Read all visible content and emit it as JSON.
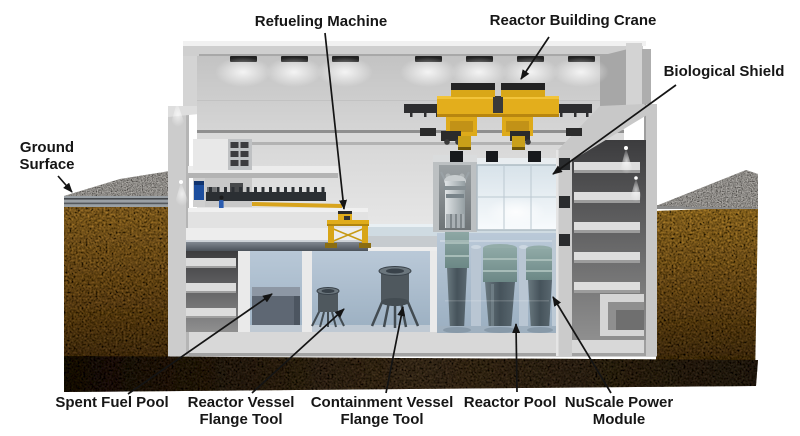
{
  "figure": {
    "labels": {
      "refueling_machine": "Refueling Machine",
      "reactor_building_crane": "Reactor Building Crane",
      "biological_shield": "Biological Shield",
      "ground_surface": "Ground Surface",
      "spent_fuel_pool": "Spent Fuel Pool",
      "reactor_vessel_flange_tool": "Reactor Vessel Flange Tool",
      "containment_vessel_flange_tool": "Containment Vessel Flange Tool",
      "reactor_pool": "Reactor Pool",
      "nuscale_power_module": "NuScale Power Module"
    },
    "colors": {
      "background": "#ffffff",
      "label_text": "#161616",
      "arrow": "#141414",
      "crane_yellow": "#e3ae1c",
      "pool_water_surface": "#cfdbe2",
      "pool_water": "#aec1d2",
      "module_steel": "#4d5a62",
      "shield_white": "#eef4f8",
      "wall_gray": "#cccccc",
      "soil_brown": "#8a5f22",
      "topsoil_dark": "#35332d"
    }
  }
}
